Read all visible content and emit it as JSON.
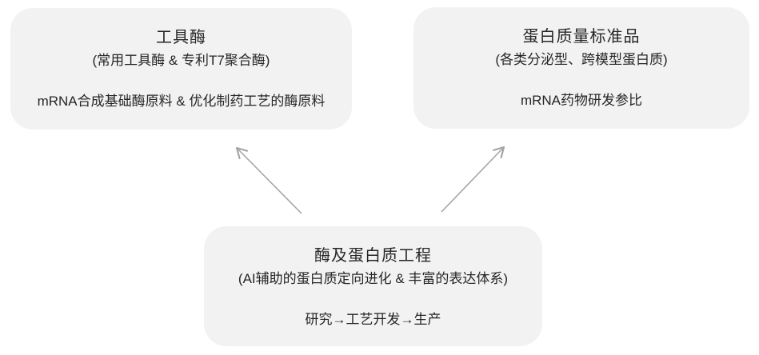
{
  "canvas": {
    "background": "#ffffff",
    "box_fill": "#f2f2f2",
    "text_color": "#262626",
    "arrow_color": "#a6a6a6"
  },
  "boxes": {
    "tool_enzymes": {
      "title": "工具酶",
      "subtitle": "(常用工具酶 & 专利T7聚合酶)",
      "body": "mRNA合成基础酶原料 & 优化制药工艺的酶原料"
    },
    "protein_standards": {
      "title": "蛋白质量标准品",
      "subtitle": "(各类分泌型、跨模型蛋白质)",
      "body": "mRNA药物研发参比"
    },
    "protein_engineering": {
      "title": "酶及蛋白质工程",
      "subtitle": "(AI辅助的蛋白质定向进化 & 丰富的表达体系)",
      "body": "研究→工艺开发→生产"
    }
  }
}
